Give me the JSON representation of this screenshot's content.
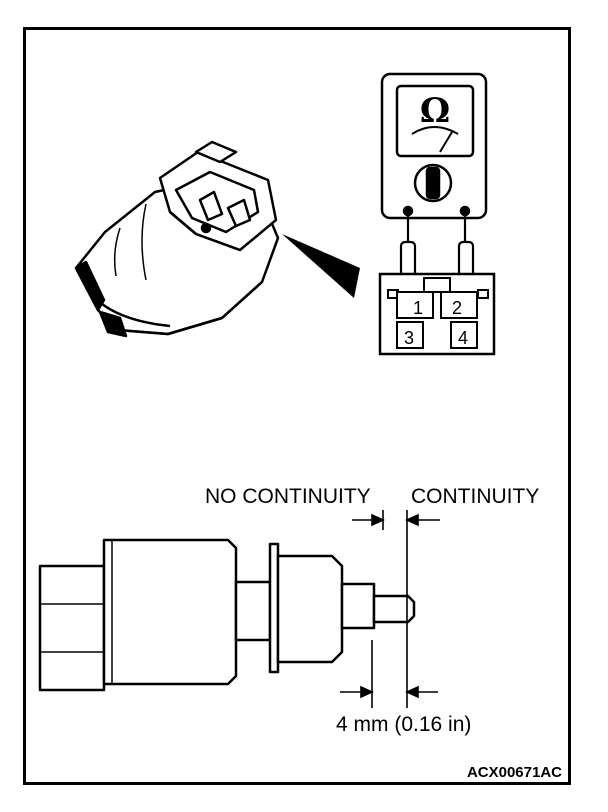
{
  "labels": {
    "no_continuity": "NO CONTINUITY",
    "continuity": "CONTINUITY",
    "dimension": "4 mm (0.16 in)",
    "figure_code": "ACX00671AC",
    "ohm_symbol": "Ω"
  },
  "connector": {
    "pins": [
      "1",
      "2",
      "3",
      "4"
    ]
  },
  "colors": {
    "line": "#000000",
    "background": "#ffffff"
  }
}
